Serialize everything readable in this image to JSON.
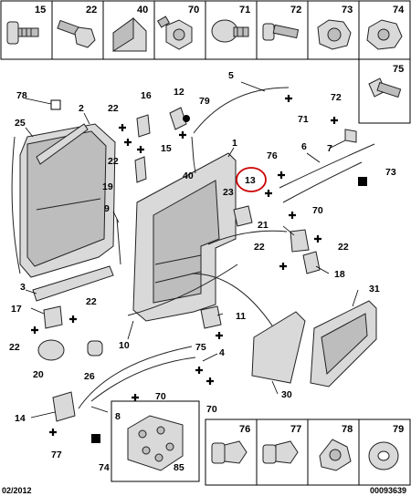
{
  "header_parts": [
    "15",
    "22",
    "40",
    "70",
    "71",
    "72",
    "73",
    "74"
  ],
  "side_part": "75",
  "footer_parts": [
    "76",
    "77",
    "78",
    "79"
  ],
  "labels": {
    "p1": "1",
    "p2": "2",
    "p3": "3",
    "p4": "4",
    "p5": "5",
    "p6": "6",
    "p7": "7",
    "p8": "8",
    "p9": "9",
    "p10": "10",
    "p11": "11",
    "p12": "12",
    "p13": "13",
    "p14": "14",
    "p15": "15",
    "p16": "16",
    "p17": "17",
    "p18": "18",
    "p19": "19",
    "p20": "20",
    "p21": "21",
    "p22a": "22",
    "p22b": "22",
    "p22c": "22",
    "p22d": "22",
    "p22e": "22",
    "p22f": "22",
    "p23": "23",
    "p25": "25",
    "p26": "26",
    "p30": "30",
    "p31": "31",
    "p40": "40",
    "p70a": "70",
    "p70b": "70",
    "p70c": "70",
    "p71": "71",
    "p72": "72",
    "p73": "73",
    "p74": "74",
    "p75": "75",
    "p76": "76",
    "p77": "77",
    "p78": "78",
    "p79": "79",
    "p85": "85"
  },
  "highlight_color": "#cc0000",
  "footer": {
    "date": "02/2012",
    "reference": "00093639"
  }
}
